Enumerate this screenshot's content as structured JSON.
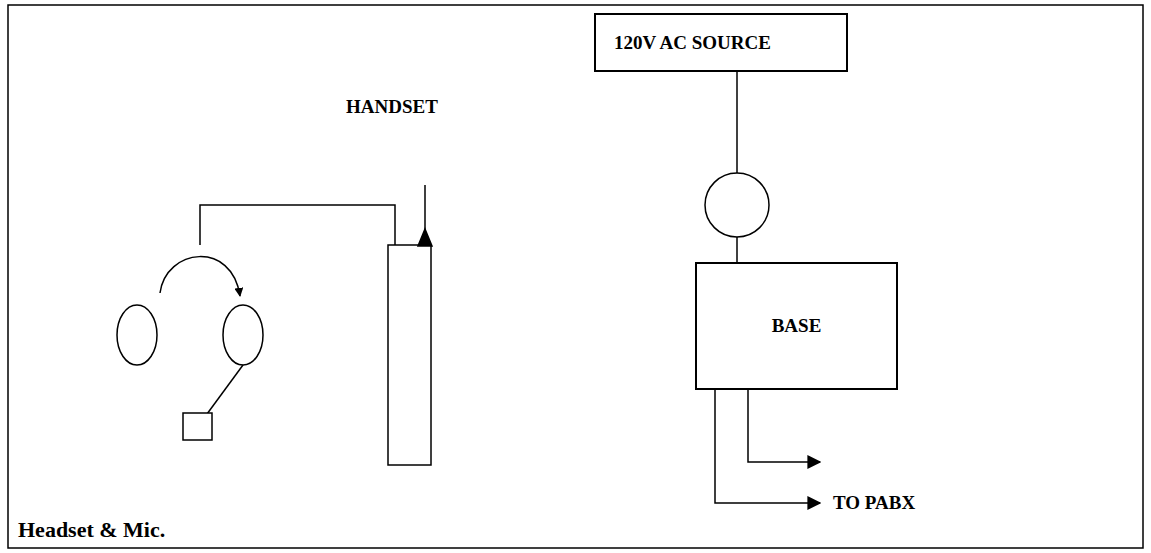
{
  "diagram": {
    "nodes": [
      {
        "text": [
          "120V AC SOURCE"
        ]
      },
      {
        "text": [
          "BASE"
        ]
      }
    ],
    "edges": [
      {
        "from": 0,
        "to": 1,
        "arrow": "none"
      }
    ],
    "labels": [
      "HANDSET",
      "TO PABX",
      "Headset & Mic."
    ]
  }
}
